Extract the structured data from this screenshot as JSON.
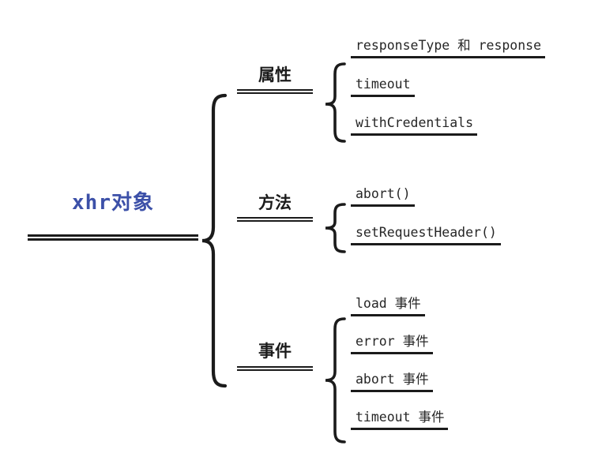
{
  "diagram": {
    "type": "mind-map",
    "title": "xhr对象",
    "root": {
      "label": "xhr对象",
      "color": "#3c50a8"
    },
    "branches": [
      {
        "label": "属性",
        "name": "properties",
        "items": [
          "responseType 和 response",
          "timeout",
          "withCredentials"
        ]
      },
      {
        "label": "方法",
        "name": "methods",
        "items": [
          "abort()",
          "setRequestHeader()"
        ]
      },
      {
        "label": "事件",
        "name": "events",
        "items": [
          "load 事件",
          "error 事件",
          "abort 事件",
          "timeout 事件"
        ]
      }
    ]
  }
}
